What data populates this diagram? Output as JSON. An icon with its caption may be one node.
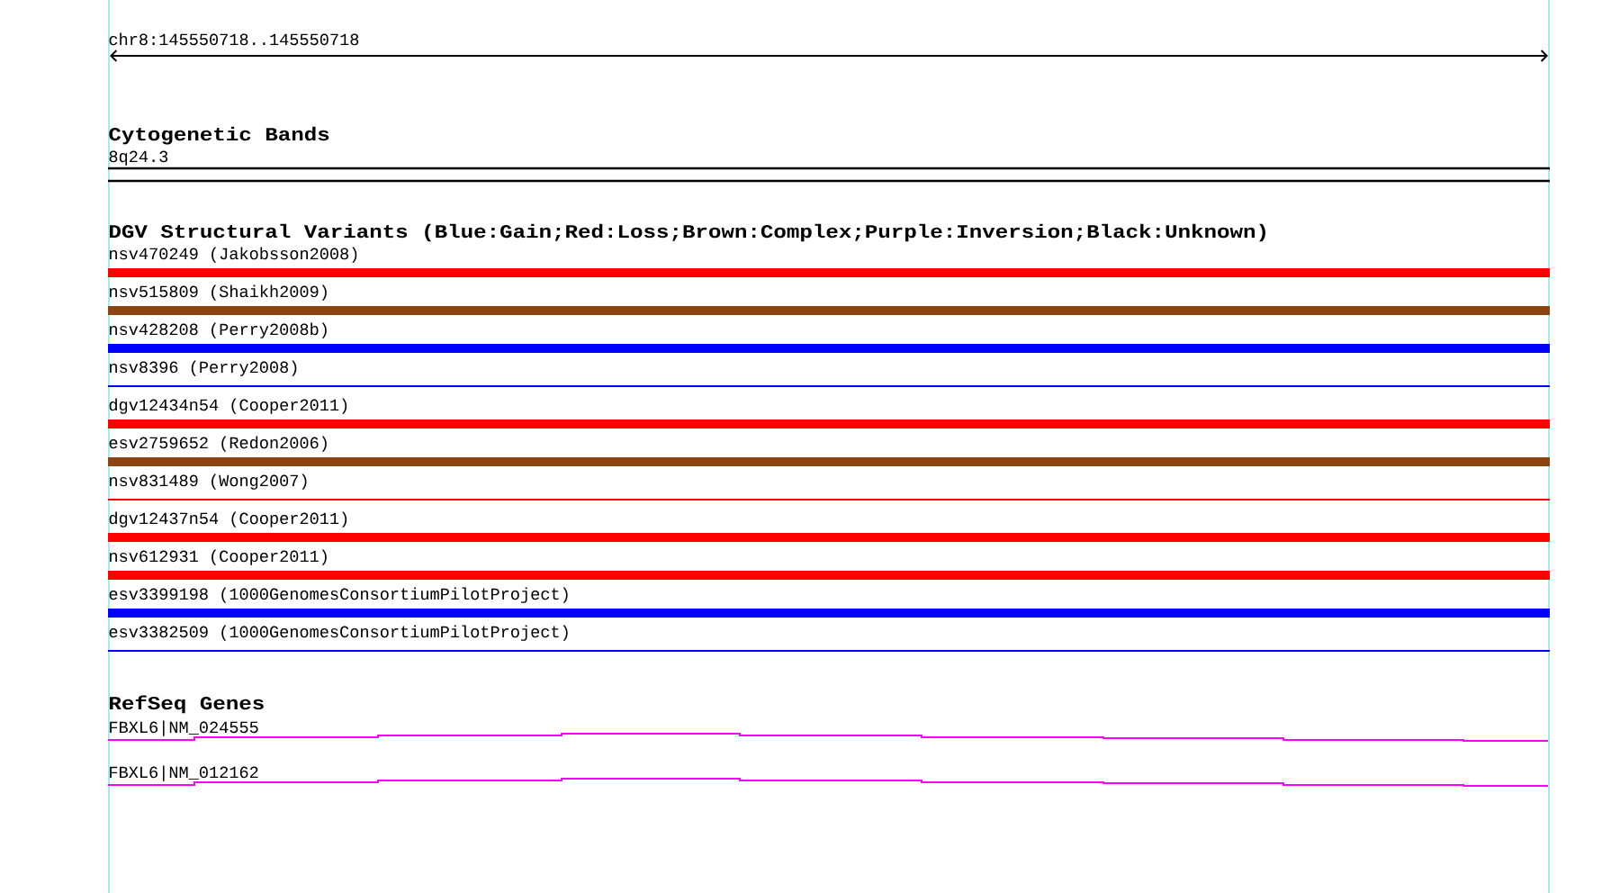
{
  "diagram": {
    "labels": [
      "chr8:145550718..145550718",
      "Cytogenetic Bands",
      "8q24.3",
      "DGV Structural Variants (Blue:Gain;Red:Loss;Brown:Complex;Purple:Inversion;Black:Unknown)",
      "nsv470249 (Jakobsson2008)",
      "nsv515809 (Shaikh2009)",
      "nsv428208 (Perry2008b)",
      "nsv8396 (Perry2008)",
      "dgv12434n54 (Cooper2011)",
      "esv2759652 (Redon2006)",
      "nsv831489 (Wong2007)",
      "dgv12437n54 (Cooper2011)",
      "nsv612931 (Cooper2011)",
      "esv3399198 (1000GenomesConsortiumPilotProject)",
      "esv3382509 (1000GenomesConsortiumPilotProject)",
      "RefSeq Genes",
      "FBXL6|NM_024555",
      "FBXL6|NM_012162"
    ]
  }
}
